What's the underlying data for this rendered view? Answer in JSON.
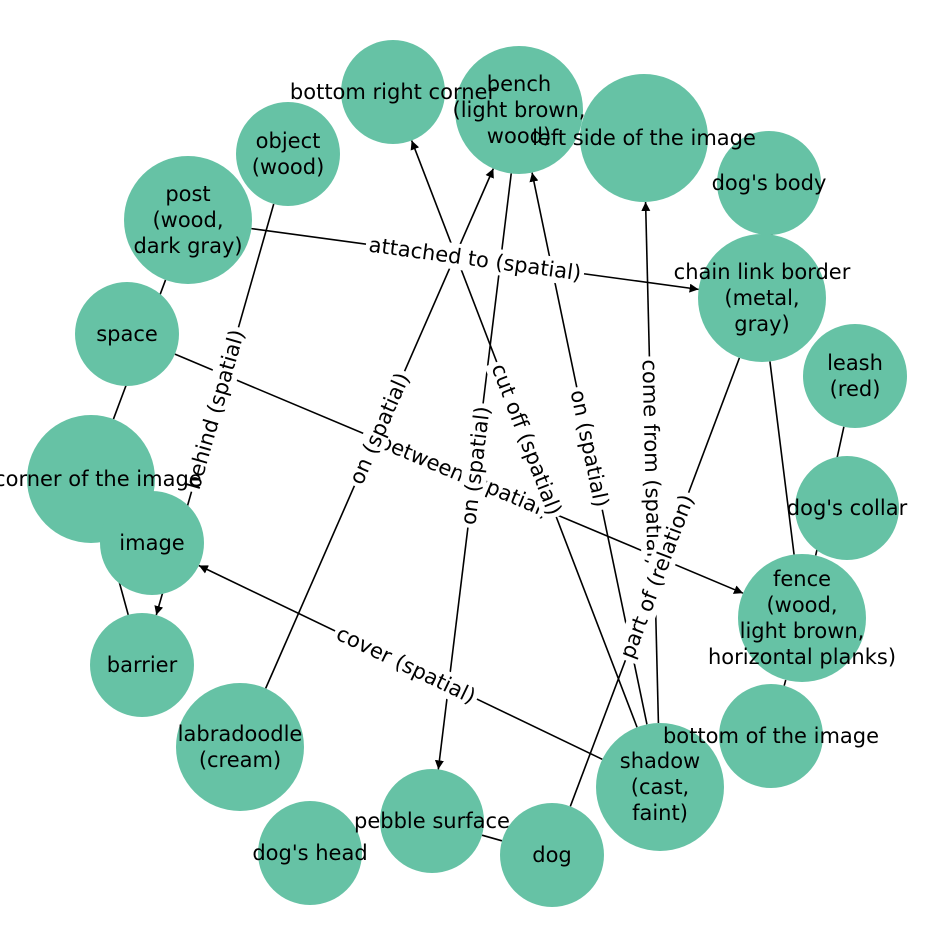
{
  "colors": {
    "node": "#66c2a5",
    "edge": "#000000",
    "background": "#ffffff"
  },
  "nodes": [
    {
      "id": "bench",
      "lines": [
        "bench",
        "(light brown,",
        "wood)"
      ]
    },
    {
      "id": "bottom-right-corner",
      "lines": [
        "bottom right corner"
      ]
    },
    {
      "id": "object",
      "lines": [
        "object",
        "(wood)"
      ]
    },
    {
      "id": "post",
      "lines": [
        "post",
        "(wood,",
        "dark gray)"
      ]
    },
    {
      "id": "space",
      "lines": [
        "space"
      ]
    },
    {
      "id": "corner-of-image",
      "lines": [
        ": corner of the image"
      ]
    },
    {
      "id": "image",
      "lines": [
        "image"
      ]
    },
    {
      "id": "barrier",
      "lines": [
        "barrier"
      ]
    },
    {
      "id": "labradoodle",
      "lines": [
        "labradoodle",
        "(cream)"
      ]
    },
    {
      "id": "dogs-head",
      "lines": [
        "dog's head"
      ]
    },
    {
      "id": "pebble-surface",
      "lines": [
        "pebble surface"
      ]
    },
    {
      "id": "dog",
      "lines": [
        "dog"
      ]
    },
    {
      "id": "shadow",
      "lines": [
        "shadow",
        "(cast,",
        "faint)"
      ]
    },
    {
      "id": "bottom-of-image",
      "lines": [
        "bottom of the image"
      ]
    },
    {
      "id": "fence",
      "lines": [
        "fence",
        "(wood,",
        "light brown,",
        "horizontal planks)"
      ]
    },
    {
      "id": "dogs-collar",
      "lines": [
        "dog's collar"
      ]
    },
    {
      "id": "leash",
      "lines": [
        "leash",
        "(red)"
      ]
    },
    {
      "id": "chain-link-border",
      "lines": [
        "chain link border",
        "(metal,",
        "gray)"
      ]
    },
    {
      "id": "dogs-body",
      "lines": [
        "dog's body"
      ]
    },
    {
      "id": "left-side-of-image",
      "lines": [
        "left side of the image"
      ]
    }
  ],
  "edges": [
    {
      "from": "post",
      "to": "chain-link-border",
      "label": "attached to (spatial)",
      "arrow": true
    },
    {
      "from": "space",
      "to": "fence",
      "label": "between (spatial)",
      "arrow": true
    },
    {
      "from": "object",
      "to": "barrier",
      "label": "behind (spatial)",
      "arrow": true
    },
    {
      "from": "labradoodle",
      "to": "bench",
      "label": "on (spatial)",
      "arrow": true
    },
    {
      "from": "bench",
      "to": "pebble-surface",
      "label": "on (spatial)",
      "arrow": true
    },
    {
      "from": "shadow",
      "to": "bottom-right-corner",
      "label": "cut off (spatial)",
      "arrow": true
    },
    {
      "from": "shadow",
      "to": "bench",
      "label": "on (spatial)",
      "arrow": true
    },
    {
      "from": "shadow",
      "to": "left-side-of-image",
      "label": "come from (spatial)",
      "arrow": true
    },
    {
      "from": "shadow",
      "to": "image",
      "label": "cover (spatial)",
      "arrow": true
    },
    {
      "from": "dog",
      "to": "chain-link-border",
      "label": "part of (relation)",
      "arrow": false
    },
    {
      "from": "chain-link-border",
      "to": "dogs-body",
      "label": "behind (spatial)",
      "arrow": false
    },
    {
      "from": "fence",
      "to": "chain-link-border",
      "label": "",
      "arrow": false
    },
    {
      "from": "fence",
      "to": "leash",
      "label": "",
      "arrow": false
    },
    {
      "from": "fence",
      "to": "bottom-of-image",
      "label": "",
      "arrow": false
    },
    {
      "from": "dog",
      "to": "pebble-surface",
      "label": "",
      "arrow": false
    },
    {
      "from": "post",
      "to": "corner-of-image",
      "label": "",
      "arrow": false
    },
    {
      "from": "corner-of-image",
      "to": "barrier",
      "label": "",
      "arrow": false
    }
  ]
}
